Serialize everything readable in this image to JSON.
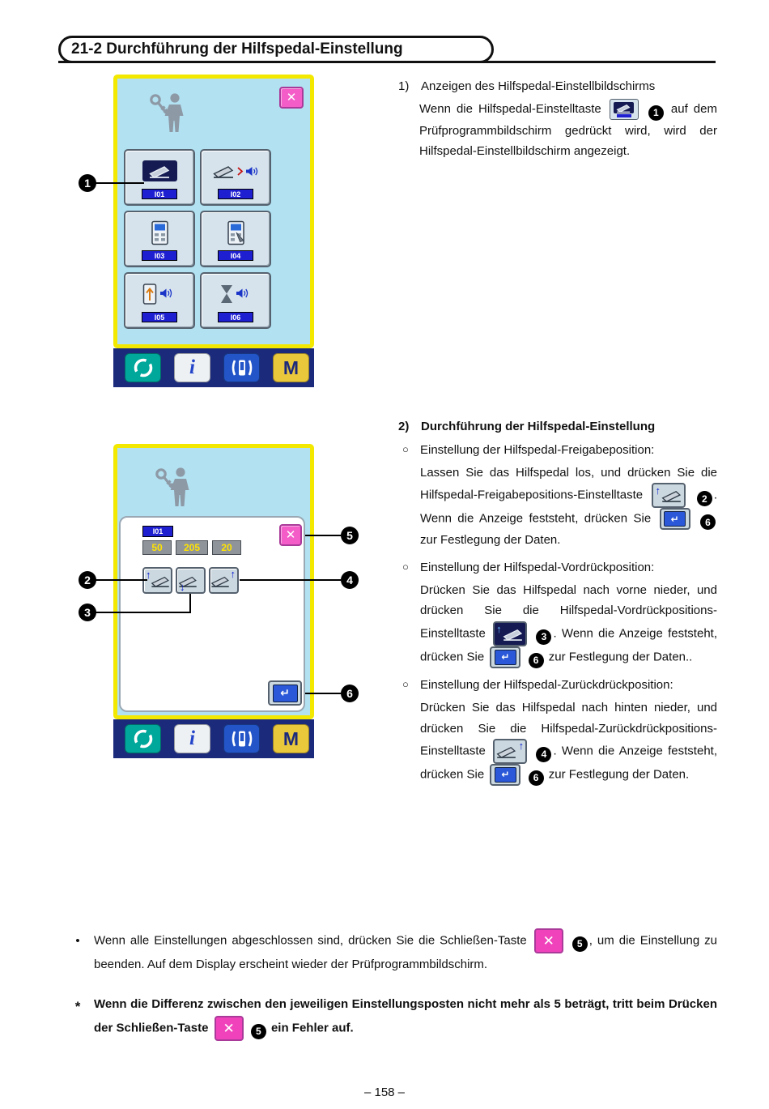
{
  "page": {
    "title": "21-2 Durchführung der Hilfspedal-Einstellung",
    "page_number": "– 158 –"
  },
  "icons": {
    "close": "✕",
    "enter": "↵",
    "arrow_up": "↑",
    "arrow_down": "↓"
  },
  "callouts": {
    "c1": "1",
    "c2": "2",
    "c3": "3",
    "c4": "4",
    "c5": "5",
    "c6": "6"
  },
  "navbar": {
    "info": "i",
    "mode": "M"
  },
  "screen1": {
    "buttons": [
      {
        "id": "I01"
      },
      {
        "id": "I02"
      },
      {
        "id": "I03"
      },
      {
        "id": "I04"
      },
      {
        "id": "I05"
      },
      {
        "id": "I06"
      }
    ]
  },
  "screen2": {
    "program_id": "I01",
    "values": {
      "release": "50",
      "front": "205",
      "back": "20"
    }
  },
  "section1": {
    "number": "1)",
    "heading": "Anzeigen des Hilfspedal-Einstellbildschirms",
    "p1a": "Wenn die Hilfspedal-Einstelltaste",
    "p1b": "auf dem Prüfprogrammbildschirm gedrückt wird, wird der Hilfspedal-Einstellbildschirm angezeigt."
  },
  "section2": {
    "number": "2)",
    "heading": "Durchführung der Hilfspedal-Einstellung",
    "marker": "○",
    "b1": {
      "title": "Einstellung der Hilfspedal-Freigabeposition:",
      "t1": "Lassen Sie das Hilfspedal los, und drücken Sie die Hilfspedal-Freigabepositions-Einstelltaste",
      "t2": ". Wenn die Anzeige feststeht, drücken Sie",
      "t3": "zur Festlegung der Daten."
    },
    "b2": {
      "title": "Einstellung der Hilfspedal-Vordrückposition:",
      "t1": "Drücken Sie das Hilfspedal nach vorne nieder, und drücken Sie die Hilfspedal-Vordrückpositions-Einstelltaste",
      "t2": ". Wenn die Anzeige feststeht, drücken Sie",
      "t3": "zur Festlegung der Daten.."
    },
    "b3": {
      "title": "Einstellung der Hilfspedal-Zurückdrückposition:",
      "t1": "Drücken Sie das Hilfspedal nach hinten nieder, und drücken Sie die Hilfspedal-Zurückdrückpositions-Einstelltaste",
      "t2": ". Wenn die Anzeige feststeht, drücken Sie",
      "t3": "zur Festlegung der Daten."
    }
  },
  "notes": {
    "bullet": "•",
    "n1a": "Wenn alle Einstellungen abgeschlossen sind, drücken Sie die Schließen-Taste",
    "n1b": ", um die Einstellung zu beenden. Auf dem Display erscheint wieder der Prüfprogrammbildschirm.",
    "asterisk": "*",
    "n2a": "Wenn die Differenz zwischen den jeweiligen Einstellungsposten nicht mehr als 5 beträgt, tritt beim Drücken der Schließen-Taste",
    "n2b": "ein Fehler auf."
  }
}
